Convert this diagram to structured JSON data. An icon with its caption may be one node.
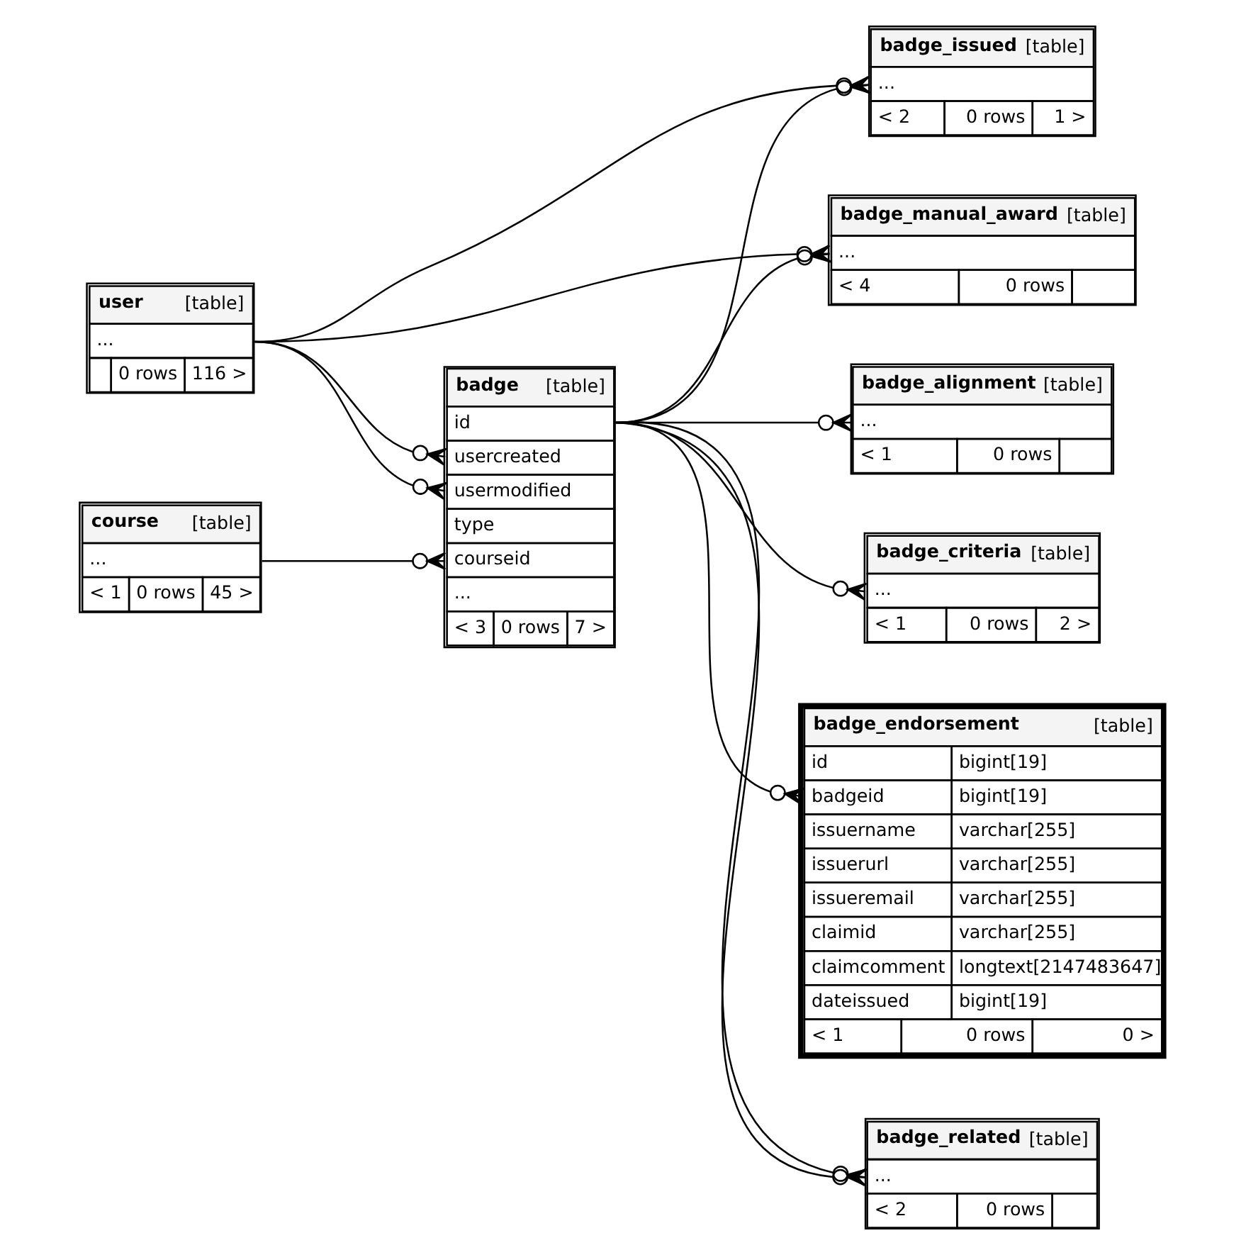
{
  "diagram": {
    "nodes": [
      {
        "text": [
          "user",
          "[table]",
          "...",
          "0 rows",
          "116 >"
        ]
      },
      {
        "text": [
          "course",
          "[table]",
          "...",
          "< 1",
          "0 rows",
          "45 >"
        ]
      },
      {
        "text": [
          "badge",
          "[table]",
          "id",
          "usercreated",
          "usermodified",
          "type",
          "courseid",
          "...",
          "< 3",
          "0 rows",
          "7 >"
        ]
      },
      {
        "text": [
          "badge_issued",
          "[table]",
          "...",
          "< 2",
          "0 rows",
          "1 >"
        ]
      },
      {
        "text": [
          "badge_manual_award",
          "[table]",
          "...",
          "< 4",
          "0 rows"
        ]
      },
      {
        "text": [
          "badge_endorsement",
          "[table]",
          "id",
          "bigint[19]",
          "badgeid",
          "bigint[19]",
          "issuername",
          "varchar[255]",
          "issuerurl",
          "varchar[255]",
          "issueremail",
          "varchar[255]",
          "claimid",
          "varchar[255]",
          "claimcomment",
          "longtext[2147483647]",
          "dateissued",
          "bigint[19]",
          "< 1",
          "0 rows",
          "0 >"
        ]
      },
      {
        "text": [
          "badge_related",
          "[table]",
          "...",
          "< 2",
          "0 rows"
        ]
      },
      {
        "text": [
          "badge_alignment",
          "[table]",
          "...",
          "< 1",
          "0 rows"
        ]
      },
      {
        "text": [
          "badge_criteria",
          "[table]",
          "...",
          "< 1",
          "0 rows",
          "2 >"
        ]
      }
    ],
    "edges": [
      {
        "from": 0,
        "to": 3,
        "arrow": "other"
      },
      {
        "from": 0,
        "to": 4,
        "arrow": "other"
      },
      {
        "from": 0,
        "to": 2,
        "arrow": "other"
      },
      {
        "from": 0,
        "to": 2,
        "arrow": "other"
      },
      {
        "from": 1,
        "to": 2,
        "arrow": "other"
      },
      {
        "from": 2,
        "to": 3,
        "arrow": "other"
      },
      {
        "from": 2,
        "to": 4,
        "arrow": "other"
      },
      {
        "from": 2,
        "to": 5,
        "arrow": "other"
      },
      {
        "from": 2,
        "to": 6,
        "arrow": "other"
      },
      {
        "from": 2,
        "to": 6,
        "arrow": "other"
      },
      {
        "from": 2,
        "to": 7,
        "arrow": "other"
      },
      {
        "from": 2,
        "to": 8,
        "arrow": "other"
      }
    ]
  }
}
